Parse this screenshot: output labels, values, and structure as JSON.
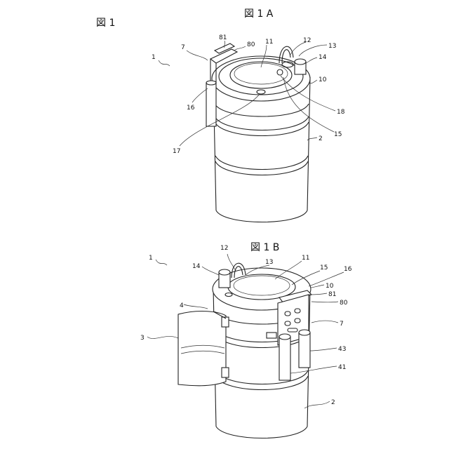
{
  "titles": {
    "main": "図 1",
    "fig_a": "図 1 A",
    "fig_b": "図 1 B"
  },
  "fig_a_labels": {
    "l1": "1",
    "l7": "7",
    "l81": "81",
    "l80": "80",
    "l11": "11",
    "l12": "12",
    "l13": "13",
    "l14": "14",
    "l10": "10",
    "l16": "16",
    "l18": "18",
    "l15": "15",
    "l17": "17",
    "l2": "2"
  },
  "fig_b_labels": {
    "l1": "1",
    "l12": "12",
    "l13": "13",
    "l14": "14",
    "l11": "11",
    "l15": "15",
    "l16": "16",
    "l10": "10",
    "l81": "81",
    "l4": "4",
    "l80": "80",
    "l7": "7",
    "l3": "3",
    "l43": "43",
    "l41": "41",
    "l2": "2"
  }
}
